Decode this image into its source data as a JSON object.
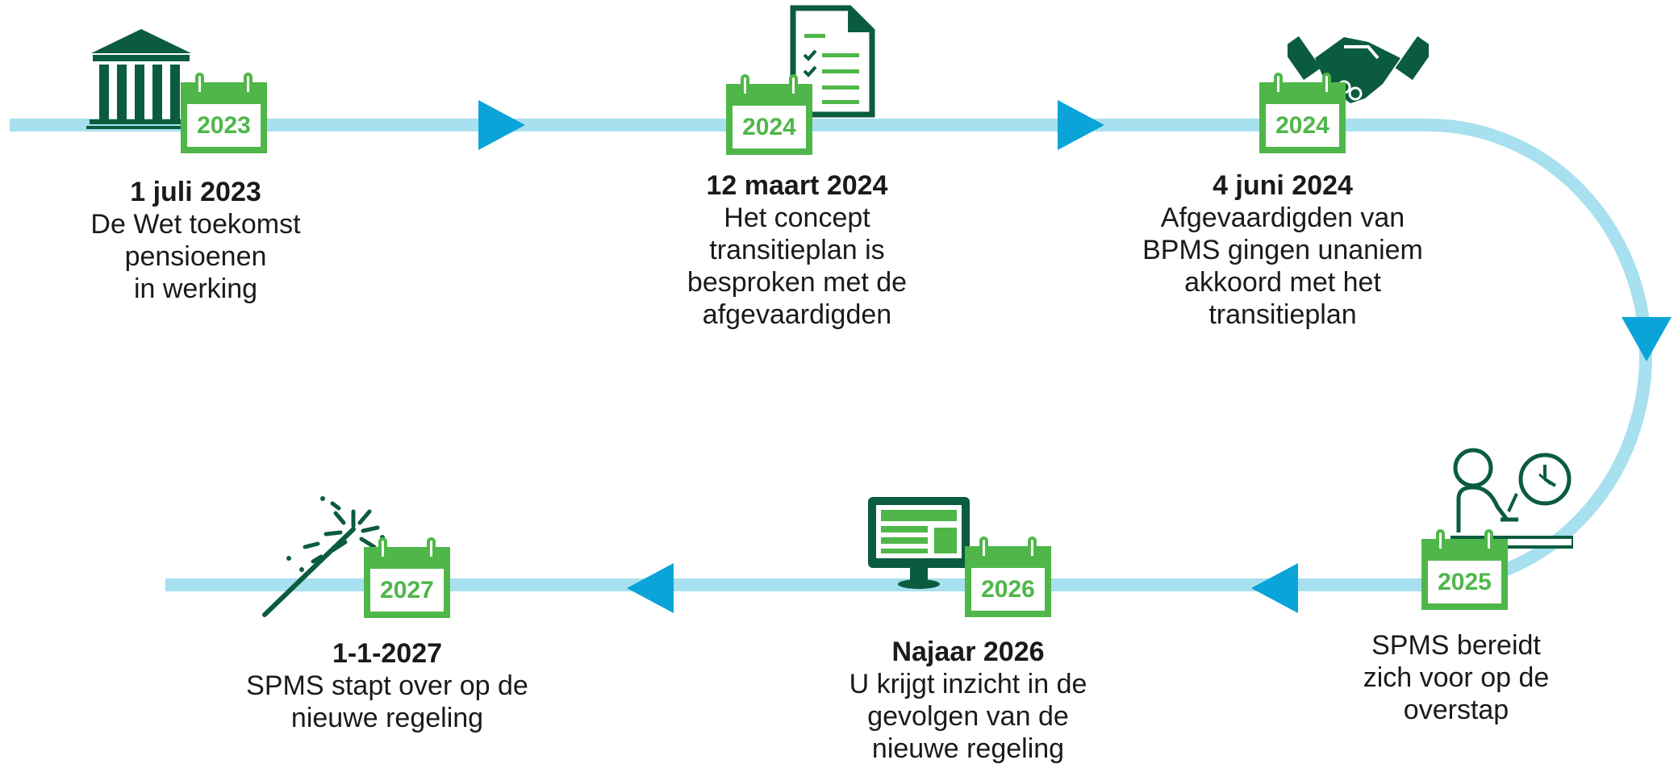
{
  "colors": {
    "track": "#a7e0ef",
    "arrow": "#0aa4d8",
    "calendar": "#4fb749",
    "icon_dark": "#0b5c3e",
    "text": "#1a1a1a"
  },
  "milestones": [
    {
      "year": "2023",
      "date": "1 juli 2023",
      "description": "De Wet toekomst\npensioenen\nin werking",
      "icon": "government-building-icon"
    },
    {
      "year": "2024",
      "date": "12 maart 2024",
      "description": "Het concept\ntransitieplan is\nbesproken met de\nafgevaardigden",
      "icon": "document-checklist-icon"
    },
    {
      "year": "2024",
      "date": "4 juni 2024",
      "description": "Afgevaardigden van\nBPMS gingen unaniem\nakkoord met het\ntransitieplan",
      "icon": "handshake-icon"
    },
    {
      "year": "2025",
      "date": "",
      "description": "SPMS bereidt\nzich voor op de\noverstap",
      "icon": "person-working-clock-icon"
    },
    {
      "year": "2026",
      "date": "Najaar 2026",
      "description": "U krijgt inzicht in de\ngevolgen van de\nnieuwe regeling",
      "icon": "computer-monitor-icon"
    },
    {
      "year": "2027",
      "date": "1-1-2027",
      "description": "SPMS stapt over op de\nnieuwe regeling",
      "icon": "sparkler-icon"
    }
  ]
}
